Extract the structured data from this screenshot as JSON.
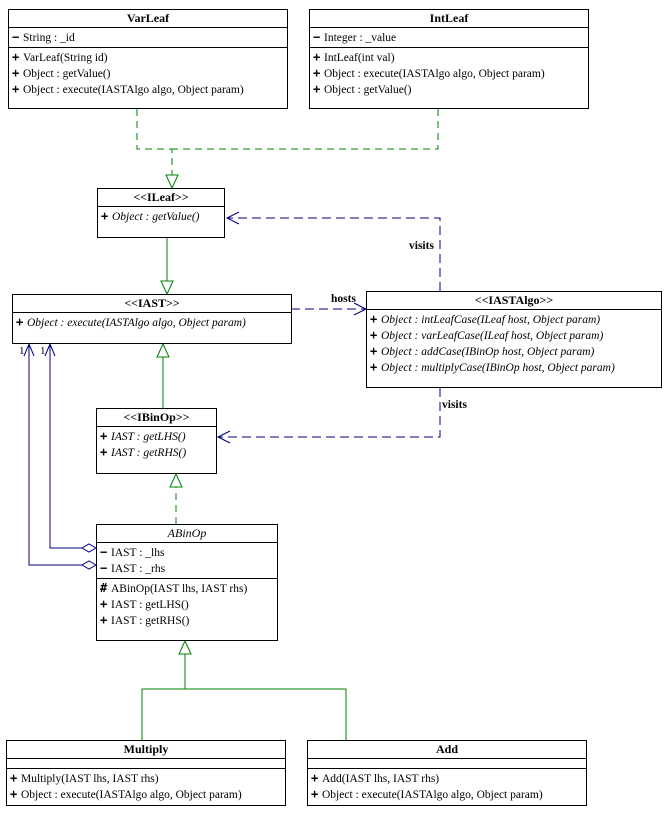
{
  "classes": {
    "varleaf": {
      "name": "VarLeaf",
      "attributes": [
        {
          "vis": "−",
          "text": "String : _id"
        }
      ],
      "operations": [
        {
          "vis": "+",
          "text": "VarLeaf(String id)"
        },
        {
          "vis": "+",
          "text": "Object : getValue()"
        },
        {
          "vis": "+",
          "text": "Object : execute(IASTAlgo algo, Object param)"
        }
      ]
    },
    "intleaf": {
      "name": "IntLeaf",
      "attributes": [
        {
          "vis": "−",
          "text": "Integer : _value"
        }
      ],
      "operations": [
        {
          "vis": "+",
          "text": "IntLeaf(int val)"
        },
        {
          "vis": "+",
          "text": "Object : execute(IASTAlgo algo, Object param)"
        },
        {
          "vis": "+",
          "text": "Object : getValue()"
        }
      ]
    },
    "ileaf": {
      "name": "<<ILeaf>>",
      "operations": [
        {
          "vis": "+",
          "text": "Object : getValue()"
        }
      ]
    },
    "iast": {
      "name": "<<IAST>>",
      "operations": [
        {
          "vis": "+",
          "text": "Object : execute(IASTAlgo algo, Object param)"
        }
      ]
    },
    "iastalgo": {
      "name": "<<IASTAlgo>>",
      "operations": [
        {
          "vis": "+",
          "text": "Object : intLeafCase(ILeaf host, Object param)"
        },
        {
          "vis": "+",
          "text": "Object : varLeafCase(ILeaf host, Object param)"
        },
        {
          "vis": "+",
          "text": "Object : addCase(IBinOp host, Object param)"
        },
        {
          "vis": "+",
          "text": "Object : multiplyCase(IBinOp host, Object param)"
        }
      ]
    },
    "ibinop": {
      "name": "<<IBinOp>>",
      "operations": [
        {
          "vis": "+",
          "text": "IAST : getLHS()"
        },
        {
          "vis": "+",
          "text": "IAST : getRHS()"
        }
      ]
    },
    "abinop": {
      "name": "ABinOp",
      "attributes": [
        {
          "vis": "−",
          "text": "IAST : _lhs"
        },
        {
          "vis": "−",
          "text": "IAST : _rhs"
        }
      ],
      "operations": [
        {
          "vis": "#",
          "text": "ABinOp(IAST lhs, IAST rhs)"
        },
        {
          "vis": "+",
          "text": "IAST : getLHS()"
        },
        {
          "vis": "+",
          "text": "IAST : getRHS()"
        }
      ]
    },
    "multiply": {
      "name": "Multiply",
      "operations": [
        {
          "vis": "+",
          "text": "Multiply(IAST lhs, IAST rhs)"
        },
        {
          "vis": "+",
          "text": "Object : execute(IASTAlgo algo, Object param)"
        }
      ]
    },
    "add": {
      "name": "Add",
      "operations": [
        {
          "vis": "+",
          "text": "Add(IAST lhs, IAST rhs)"
        },
        {
          "vis": "+",
          "text": "Object : execute(IASTAlgo algo, Object param)"
        }
      ]
    }
  },
  "labels": {
    "visits_top": "visits",
    "visits_bottom": "visits",
    "hosts": "hosts",
    "mult_lhs": "1",
    "mult_rhs": "1"
  },
  "colors": {
    "realization": "#008000",
    "generalization": "#008000",
    "dependency": "#000080",
    "association": "#000080"
  }
}
